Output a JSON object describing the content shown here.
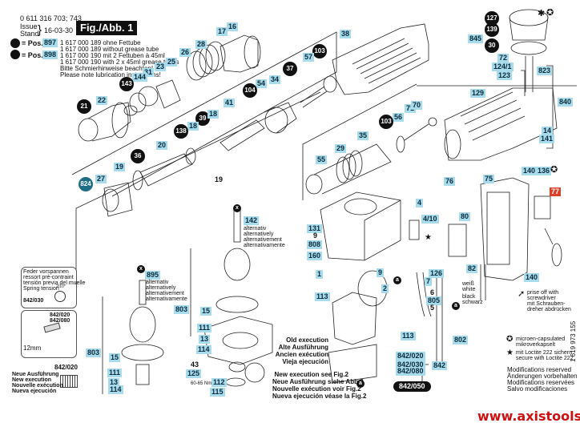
{
  "header": {
    "part_number": "0 611 316 703; 743",
    "issue_label_1": "Issue",
    "issue_label_2": "Stand",
    "issue_date": "16-03-30",
    "figure_label": "Fig./Abb. 1"
  },
  "grease_notes": {
    "pos1_prefix": "= Pos.",
    "pos1_num": "897",
    "pos1_line1": "1 617 000 189 ohne Fettube",
    "pos1_line2": "1 617 000 189 without grease tube",
    "pos2_prefix": "= Pos.",
    "pos2_num": "898",
    "pos2_line1": "1 617 000 190 mit 2 Fettuben à 45ml",
    "pos2_line2": "1 617 000 190 with 2 x 45ml grease tubes",
    "note_de": "Bitte Schmierhinweise beachten!",
    "note_en": "Please note lubrication instructions!"
  },
  "labels": {
    "p16": "16",
    "p17": "17",
    "p28": "28",
    "p26": "26",
    "p25": "25",
    "p23": "23",
    "p31": "31",
    "p144": "144",
    "p143": "143",
    "p22": "22",
    "p21": "21",
    "p38": "38",
    "p103a": "103",
    "p57": "57",
    "p37": "37",
    "p34": "34",
    "p54": "54",
    "p104": "104",
    "p41": "41",
    "p39": "39",
    "p18a": "18",
    "p18b": "18",
    "p138": "138",
    "p20": "20",
    "p36": "36",
    "p19a": "19",
    "p19b": "19",
    "p27": "27",
    "p824": "824",
    "p127": "127",
    "p139": "139",
    "p845": "845",
    "p30": "30",
    "p72": "72",
    "p124_1": "124/1",
    "p123": "123",
    "p823": "823",
    "p129": "129",
    "p840": "840",
    "p14": "14",
    "p141": "141",
    "p140a": "140",
    "p136": "136",
    "p71": "71",
    "p70": "70",
    "p56": "56",
    "p103b": "103",
    "p35": "35",
    "p29": "29",
    "p55": "55",
    "p76": "76",
    "p75": "75",
    "p77": "77",
    "p140b": "140",
    "p4": "4",
    "p4_10": "4/10",
    "p80": "80",
    "p82": "82",
    "p131": "131",
    "p9a": "9",
    "p808": "808",
    "p160": "160",
    "p1": "1",
    "p9b": "9",
    "p126": "126",
    "p7": "7",
    "p6": "6",
    "p805": "805",
    "p5": "5",
    "p2": "2",
    "p113a": "113",
    "p113b": "113",
    "p802": "802",
    "p842": "842",
    "p842_020": "842/020",
    "p842_030": "842/030",
    "p842_080": "842/080",
    "p842_050": "842/050",
    "p142": "142",
    "p895": "895",
    "p803a": "803",
    "p803b": "803",
    "p15a": "15",
    "p111a": "111",
    "p13a": "13",
    "p114a": "114",
    "p15b": "15",
    "p111b": "111",
    "p13b": "13",
    "p114b": "114",
    "p43": "43",
    "p125": "125",
    "p112": "112",
    "p115": "115",
    "torque": "60-65 Nm",
    "circle_a": "a"
  },
  "alternatives": [
    "alternativ",
    "alternatively",
    "alternativement",
    "alternativamente"
  ],
  "wires": {
    "white_de": "weiß",
    "white_en": "white",
    "black_en": "black",
    "black_de": "schwarz"
  },
  "prise_note": [
    "prise off with",
    "screwdriver",
    "mit Schrauben-",
    "dreher abdrücken"
  ],
  "inset_spring": {
    "lines": [
      "Feder vorspannen",
      "ressort pré-contraint",
      "tensión previa del muelle",
      "Spring tension"
    ],
    "angle": "2/10°",
    "part": "842/030"
  },
  "inset_screw": {
    "part1": "842/020",
    "part2": "842/080",
    "dimension": "12mm"
  },
  "new_execution_left": {
    "part": "842/020",
    "lines": [
      "Neue Ausführung",
      "New execution",
      "Nouvelle exécution",
      "Nueva ejecución"
    ]
  },
  "old_execution": [
    "Old execution",
    "Alte Ausführung",
    "Ancien exécution",
    "Vieja ejecución"
  ],
  "new_execution_see": [
    "New execution see Fig.2",
    "Neue Ausführung siehe Abb.2",
    "Nouvelle exécution voir Fig.2",
    "Nueva ejecución véase la Fig.2"
  ],
  "legend": {
    "microen_1": "microen-capsulated",
    "microen_2": "mikroverkapselt",
    "loctite_1": "mit Loctite 222 sichern",
    "loctite_2": "secure with Loctite 222"
  },
  "modifications": [
    "Modifications reserved",
    "Änderungen vorbehalten",
    "Modifications reservées",
    "Salvo modificaciones"
  ],
  "doc_number": "1 619 973 155",
  "watermark": "www.axistools.ru",
  "colors": {
    "label_bg": "#a8dcec",
    "highlight_red": "#d8412a",
    "watermark_red": "#d01010"
  }
}
